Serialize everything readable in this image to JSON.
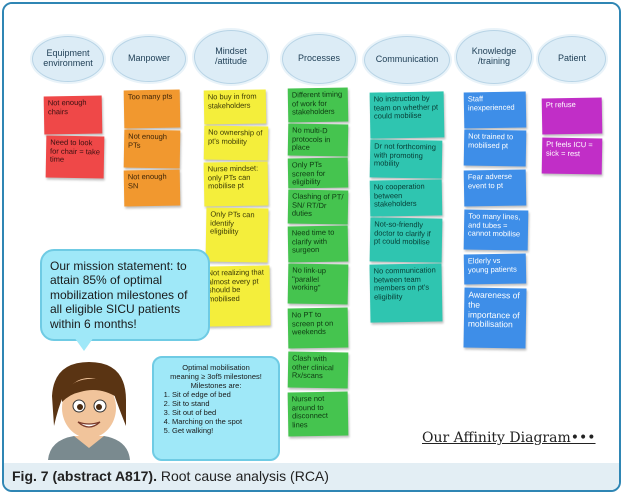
{
  "categories": [
    {
      "label_lines": [
        "Equipment",
        "environment"
      ]
    },
    {
      "label_lines": [
        "Manpower"
      ]
    },
    {
      "label_lines": [
        "Mindset",
        "/attitude"
      ]
    },
    {
      "label_lines": [
        "Processes"
      ]
    },
    {
      "label_lines": [
        "Communication"
      ]
    },
    {
      "label_lines": [
        "Knowledge",
        "/training"
      ]
    },
    {
      "label_lines": [
        "Patient"
      ]
    }
  ],
  "notes": {
    "equipment": [
      "Not enough chairs",
      "Need to look for chair = take time"
    ],
    "manpower": [
      "Too many pts",
      "Not enough PTs",
      "Not enough SN"
    ],
    "mindset": [
      "No buy in from stakeholders",
      "No ownership of pt's mobility",
      "Nurse mindset: only PTs can mobilise pt",
      "Only PTs can identify eligibility",
      "Not realizing that almost every pt should be mobilised"
    ],
    "processes": [
      "Different timing of work for stakeholders",
      "No multi-D protocols in place",
      "Only PTs screen for eligibility",
      "Clashing of PT/ SN/ RT/Dr duties",
      "Need time to clarify with surgeon",
      "No link-up \"parallel working\"",
      "No PT to screen pt on weekends",
      "Clash with other clinical Rx/scans",
      "Nurse not around to disconnect lines"
    ],
    "communication": [
      "No instruction by team on whether pt could mobilise",
      "Dr not forthcoming with promoting mobility",
      "No cooperation between stakeholders",
      "Not-so-friendly doctor to clarify if pt could mobilise",
      "No communication between team members on pt's eligibility"
    ],
    "knowledge": [
      "Staff inexperienced",
      "Not trained to mobilised pt",
      "Fear adverse event to pt",
      "Too many lines, and tubes = cannot mobilise",
      "Elderly vs young patients",
      "Awareness of the importance of mobilisation"
    ],
    "patient": [
      "Pt refuse",
      "Pt feels ICU = sick = rest"
    ]
  },
  "mission_statement": "Our mission statement: to attain 85% of optimal mobilization milestones of all eligible SICU patients within 6 months!",
  "optimal": {
    "intro_lines": [
      "Optimal mobilisation",
      "meaning ≥ 3of5 milestones!",
      "Milestones are:"
    ],
    "milestones": [
      "Sit of edge of bed",
      "Sit to stand",
      "Sit out of bed",
      "Marching on the spot",
      "Get walking!"
    ]
  },
  "signature": "Our Affinity Diagram•••",
  "caption": {
    "label": "Fig. 7 (abstract A817).",
    "text": " Root cause analysis (RCA)"
  }
}
